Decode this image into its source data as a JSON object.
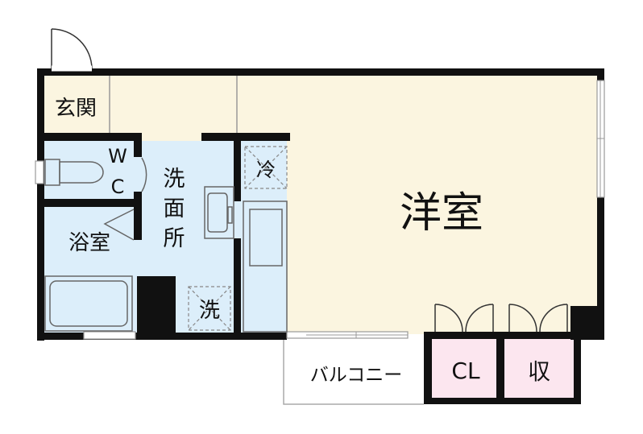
{
  "rooms": {
    "western_room": "洋室",
    "entrance": "玄関",
    "toilet_w": "W",
    "toilet_c": "C",
    "washroom": [
      "洗",
      "面",
      "所"
    ],
    "bathroom": "浴室",
    "fridge": "冷",
    "washer": "洗",
    "balcony": "バルコニー",
    "closet": "CL",
    "storage": "収"
  },
  "colors": {
    "western_room_fill": "#fbf5e0",
    "wet_area_fill": "#dceefa",
    "closet_fill": "#fce6ef",
    "wall": "#111111"
  }
}
